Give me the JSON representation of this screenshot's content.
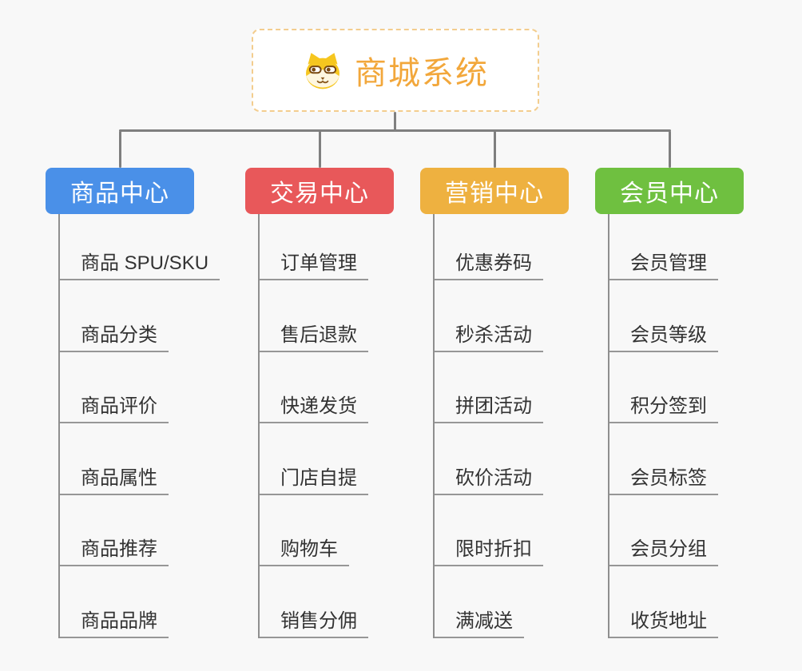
{
  "root": {
    "title": "商城系统",
    "icon": "shiba-dog-icon"
  },
  "branches": [
    {
      "label": "商品中心",
      "color": "#4A90E8",
      "children": [
        "商品 SPU/SKU",
        "商品分类",
        "商品评价",
        "商品属性",
        "商品推荐",
        "商品品牌"
      ]
    },
    {
      "label": "交易中心",
      "color": "#E8585A",
      "children": [
        "订单管理",
        "售后退款",
        "快递发货",
        "门店自提",
        "购物车",
        "销售分佣"
      ]
    },
    {
      "label": "营销中心",
      "color": "#EEB140",
      "children": [
        "优惠券码",
        "秒杀活动",
        "拼团活动",
        "砍价活动",
        "限时折扣",
        "满减送"
      ]
    },
    {
      "label": "会员中心",
      "color": "#6FC040",
      "children": [
        "会员管理",
        "会员等级",
        "积分签到",
        "会员标签",
        "会员分组",
        "收货地址"
      ]
    }
  ],
  "colors": {
    "background": "#F8F8F8",
    "connector": "#7F7F7F",
    "leaf_line": "#979797",
    "leaf_text": "#333333",
    "root_text": "#F2A73B",
    "root_border": "#F3CD8E"
  }
}
